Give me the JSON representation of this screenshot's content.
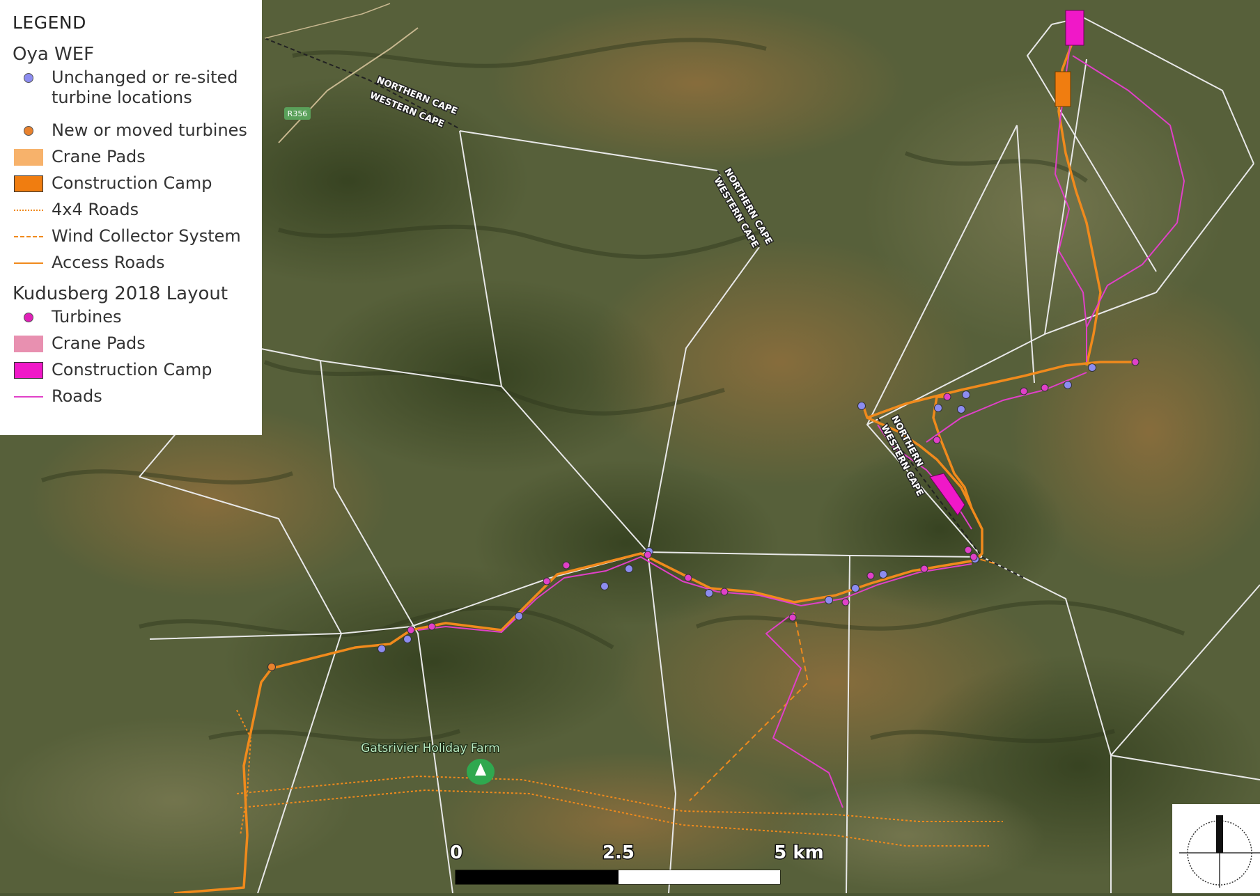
{
  "legend": {
    "title": "LEGEND",
    "oya": {
      "heading": "Oya WEF",
      "items": [
        {
          "label": "Unchanged or re-sited turbine locations",
          "symbol": "dot",
          "color": "#8c8cf0"
        },
        {
          "label": "New or moved turbines",
          "symbol": "dot",
          "color": "#e8822e"
        },
        {
          "label": "Crane Pads",
          "symbol": "box",
          "color": "#f7b26b"
        },
        {
          "label": "Construction Camp",
          "symbol": "box",
          "color": "#f07d10"
        },
        {
          "label": "4x4 Roads",
          "symbol": "dotted-line",
          "color": "#f08a1c"
        },
        {
          "label": "Wind Collector System",
          "symbol": "dashed-line",
          "color": "#f08a1c"
        },
        {
          "label": "Access Roads",
          "symbol": "solid-line",
          "color": "#f08a1c"
        }
      ]
    },
    "kudusberg": {
      "heading": "Kudusberg 2018 Layout",
      "items": [
        {
          "label": "Turbines",
          "symbol": "dot",
          "color": "#e020b8"
        },
        {
          "label": "Crane Pads",
          "symbol": "box",
          "color": "#e890b0"
        },
        {
          "label": "Construction Camp",
          "symbol": "box",
          "color": "#f018c8"
        },
        {
          "label": "Roads",
          "symbol": "solid-line",
          "color": "#e040c8"
        }
      ]
    }
  },
  "map": {
    "labels": {
      "border_nw_north": "NORTHERN CAPE",
      "border_nw_west": "WESTERN CAPE",
      "border_center_north": "NORTHERN CAPE",
      "border_center_west": "WESTERN CAPE",
      "border_east_north": "NORTHERN",
      "border_east_west": "WESTERN CAPE",
      "road_shield": "R356",
      "poi": "Gatsrivier Holiday Farm"
    },
    "scalebar": {
      "ticks": [
        "0",
        "2.5",
        "5 km"
      ]
    }
  },
  "colors": {
    "terrain": "#5a6338",
    "terrain_red": "#8a6a3a",
    "boundary": "#e8e8e8",
    "oya": "#f08a1c",
    "kudusberg": "#e040c8"
  }
}
